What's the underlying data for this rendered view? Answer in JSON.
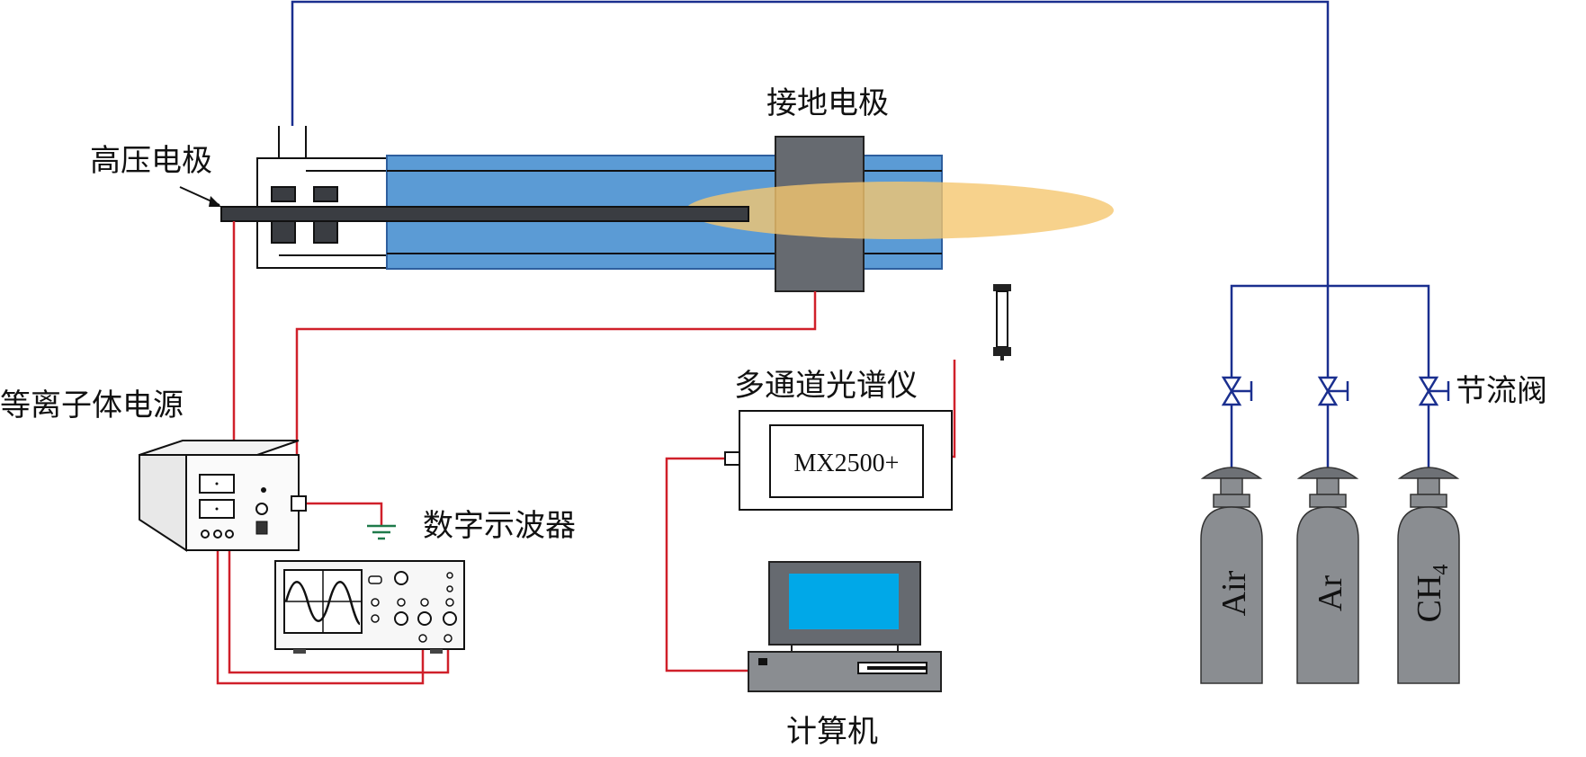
{
  "labels": {
    "high_voltage_electrode": "高压电极",
    "ground_electrode": "接地电极",
    "plasma_power_supply": "等离子体电源",
    "oscilloscope": "数字示波器",
    "spectrometer": "多通道光谱仪",
    "spectrometer_model": "MX2500+",
    "computer": "计算机",
    "throttle_valve": "节流阀"
  },
  "gas_cylinders": [
    {
      "name": "Air"
    },
    {
      "name": "Ar"
    },
    {
      "name": "CH",
      "subscript": "4"
    }
  ],
  "colors": {
    "gas_line": "#1a2f8f",
    "signal_wire": "#d0202a",
    "tube": "#5b9bd5",
    "plasma": "#f5c76f",
    "electrode": "#666a70",
    "cylinder": "#8a8d91",
    "screen": "#00a8e8"
  }
}
